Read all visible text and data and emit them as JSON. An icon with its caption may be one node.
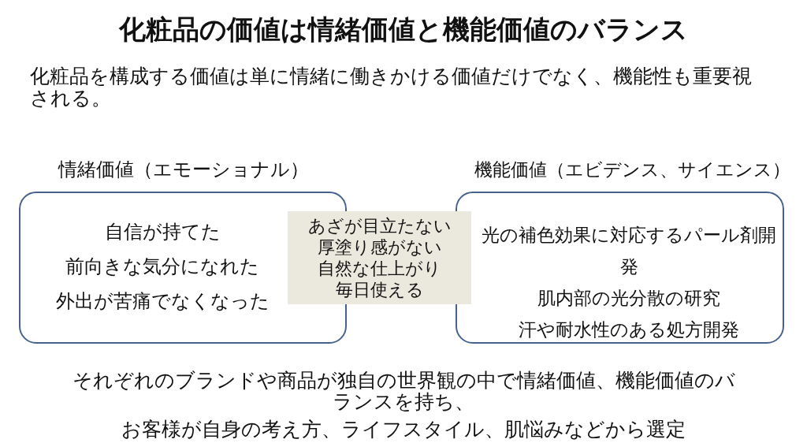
{
  "diagram": {
    "title": "化粧品の価値は情緒価値と機能価値のバランス",
    "nodes": [
      {
        "text": [
          "情緒価値（エモーショナル）",
          "自信が持てた",
          "前向きな気分になれた",
          "外出が苦痛でなくなった"
        ]
      },
      {
        "text": [
          "あざが目立たない",
          "厚塗り感がない",
          "自然な仕上がり",
          "毎日使える"
        ]
      },
      {
        "text": [
          "機能価値（エビデンス、サイエンス）",
          "光の補色効果に対応するパール剤開発",
          "肌内部の光分散の研究",
          "汗や耐水性のある処方開発"
        ]
      }
    ],
    "labels": [
      "化粧品を構成する価値は単に情緒に働きかける価値だけでなく、機能性も重要視される。",
      "それぞれのブランドや商品が独自の世界観の中で情緒価値、機能価値のバランスを持ち、",
      "お客様が自身の考え方、ライフスタイル、肌悩みなどから選定"
    ]
  }
}
